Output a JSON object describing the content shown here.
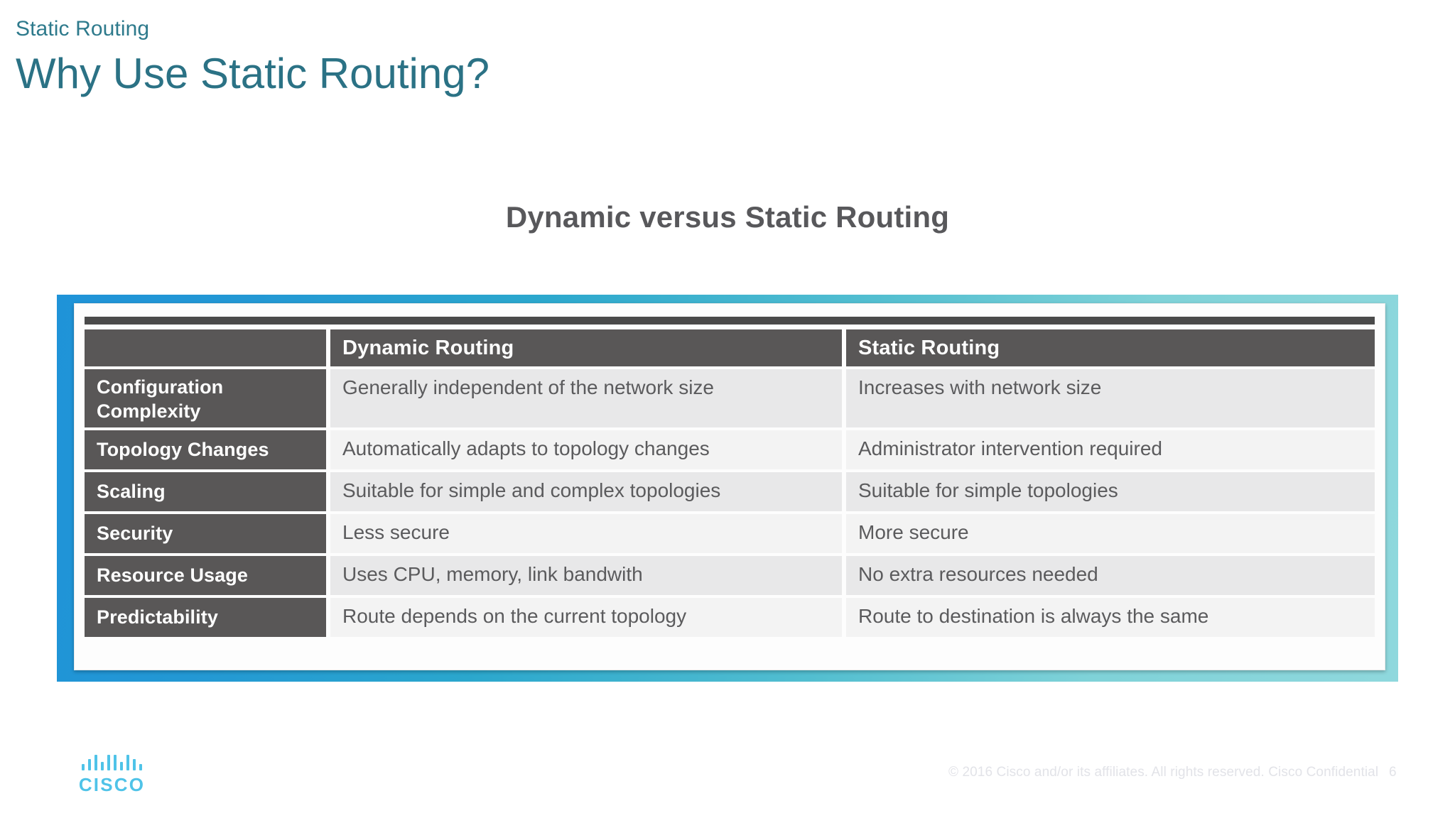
{
  "slide": {
    "eyebrow": "Static Routing",
    "title": "Why Use Static Routing?",
    "section_heading": "Dynamic versus Static Routing",
    "accent_color": "#2b7285",
    "frame_gradient_from": "#1f93d8",
    "frame_gradient_to": "#8fd8dd",
    "header_cell_color": "#595757"
  },
  "table": {
    "columns": [
      "",
      "Dynamic Routing",
      "Static Routing"
    ],
    "rows": [
      {
        "label": "Configuration Complexity",
        "dynamic": "Generally independent of the network size",
        "static": "Increases with network size"
      },
      {
        "label": "Topology Changes",
        "dynamic": "Automatically adapts to topology changes",
        "static": "Administrator intervention required"
      },
      {
        "label": "Scaling",
        "dynamic": "Suitable for simple and complex topologies",
        "static": "Suitable for simple topologies"
      },
      {
        "label": "Security",
        "dynamic": "Less secure",
        "static": "More secure"
      },
      {
        "label": "Resource Usage",
        "dynamic": "Uses CPU, memory, link bandwith",
        "static": "No extra resources needed"
      },
      {
        "label": "Predictability",
        "dynamic": "Route depends on the current topology",
        "static": "Route to destination is always the same"
      }
    ]
  },
  "footer": {
    "logo_name": "cisco-logo",
    "wordmark": "CISCO",
    "copyright": "© 2016  Cisco and/or its affiliates. All rights reserved.   Cisco Confidential",
    "page_number": "6"
  }
}
